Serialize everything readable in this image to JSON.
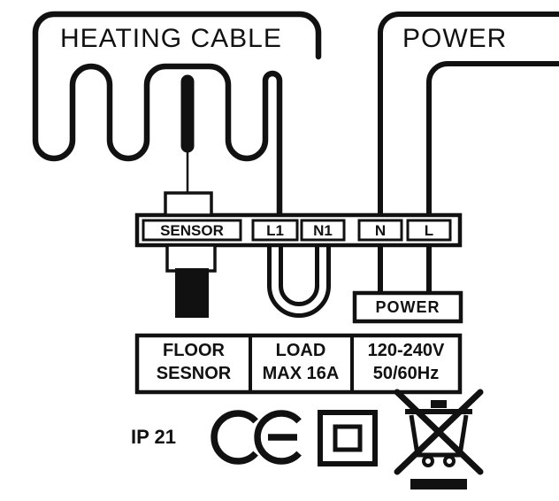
{
  "diagram": {
    "colors": {
      "ink": "#111111",
      "background": "#ffffff"
    },
    "labels": {
      "heating_cable": "HEATING CABLE",
      "power_supply": "POWER",
      "power_box": "POWER",
      "ip_rating": "IP 21"
    },
    "terminals": [
      "SENSOR",
      "L1",
      "N1",
      "N",
      "L"
    ],
    "spec_table": [
      {
        "line1": "FLOOR",
        "line2": "SESNOR"
      },
      {
        "line1": "LOAD",
        "line2": "MAX 16A"
      },
      {
        "line1": "120-240V",
        "line2": "50/60Hz"
      }
    ],
    "icons": [
      "ce-mark-icon",
      "double-insulation-icon",
      "weee-bin-icon"
    ]
  }
}
